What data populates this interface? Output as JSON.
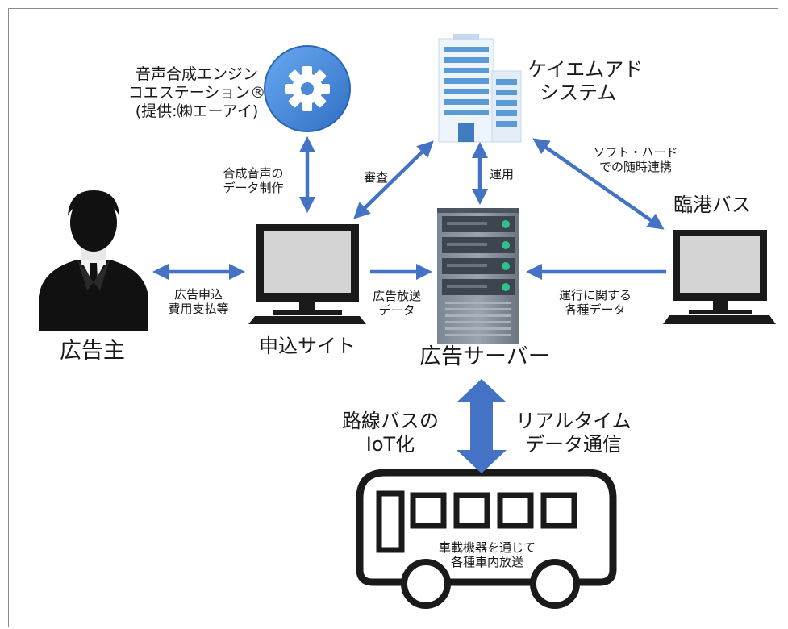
{
  "nodes": {
    "engine_line1": "音声合成エンジン",
    "engine_line2": "コエステーション®",
    "engine_line3": "(提供:㈱エーアイ)",
    "keiem_line1": "ケイエムアド",
    "keiem_line2": "システム",
    "rinko_bus": "臨港バス",
    "advertiser": "広告主",
    "application_site": "申込サイト",
    "ad_server": "広告サーバー"
  },
  "edges": {
    "synth_line1": "合成音声の",
    "synth_line2": "データ制作",
    "review": "審査",
    "operation": "運用",
    "sync_line1": "ソフト・ハード",
    "sync_line2": "での随時連携",
    "apply_line1": "広告申込",
    "apply_line2": "費用支払等",
    "broadcast_line1": "広告放送",
    "broadcast_line2": "データ",
    "operating_line1": "運行に関する",
    "operating_line2": "各種データ",
    "iot_line1": "路線バスの",
    "iot_line2": "IoT化",
    "realtime_line1": "リアルタイム",
    "realtime_line2": "データ通信",
    "bus_line1": "車載機器を通じて",
    "bus_line2": "各種車内放送"
  },
  "colors": {
    "arrow": "#4472c4",
    "gear_circle": "#3a7fd5",
    "building": "#5b9bd5",
    "server": "#556070",
    "server_led": "#2fc18a",
    "monitor": "#1a1a1a",
    "screen": "#d4d4d4",
    "frame_border": "#8a8a8a"
  },
  "icons": [
    "gear-icon",
    "office-building-icon",
    "server-rack-icon",
    "desktop-computer-icon",
    "businessman-icon",
    "bus-icon"
  ]
}
